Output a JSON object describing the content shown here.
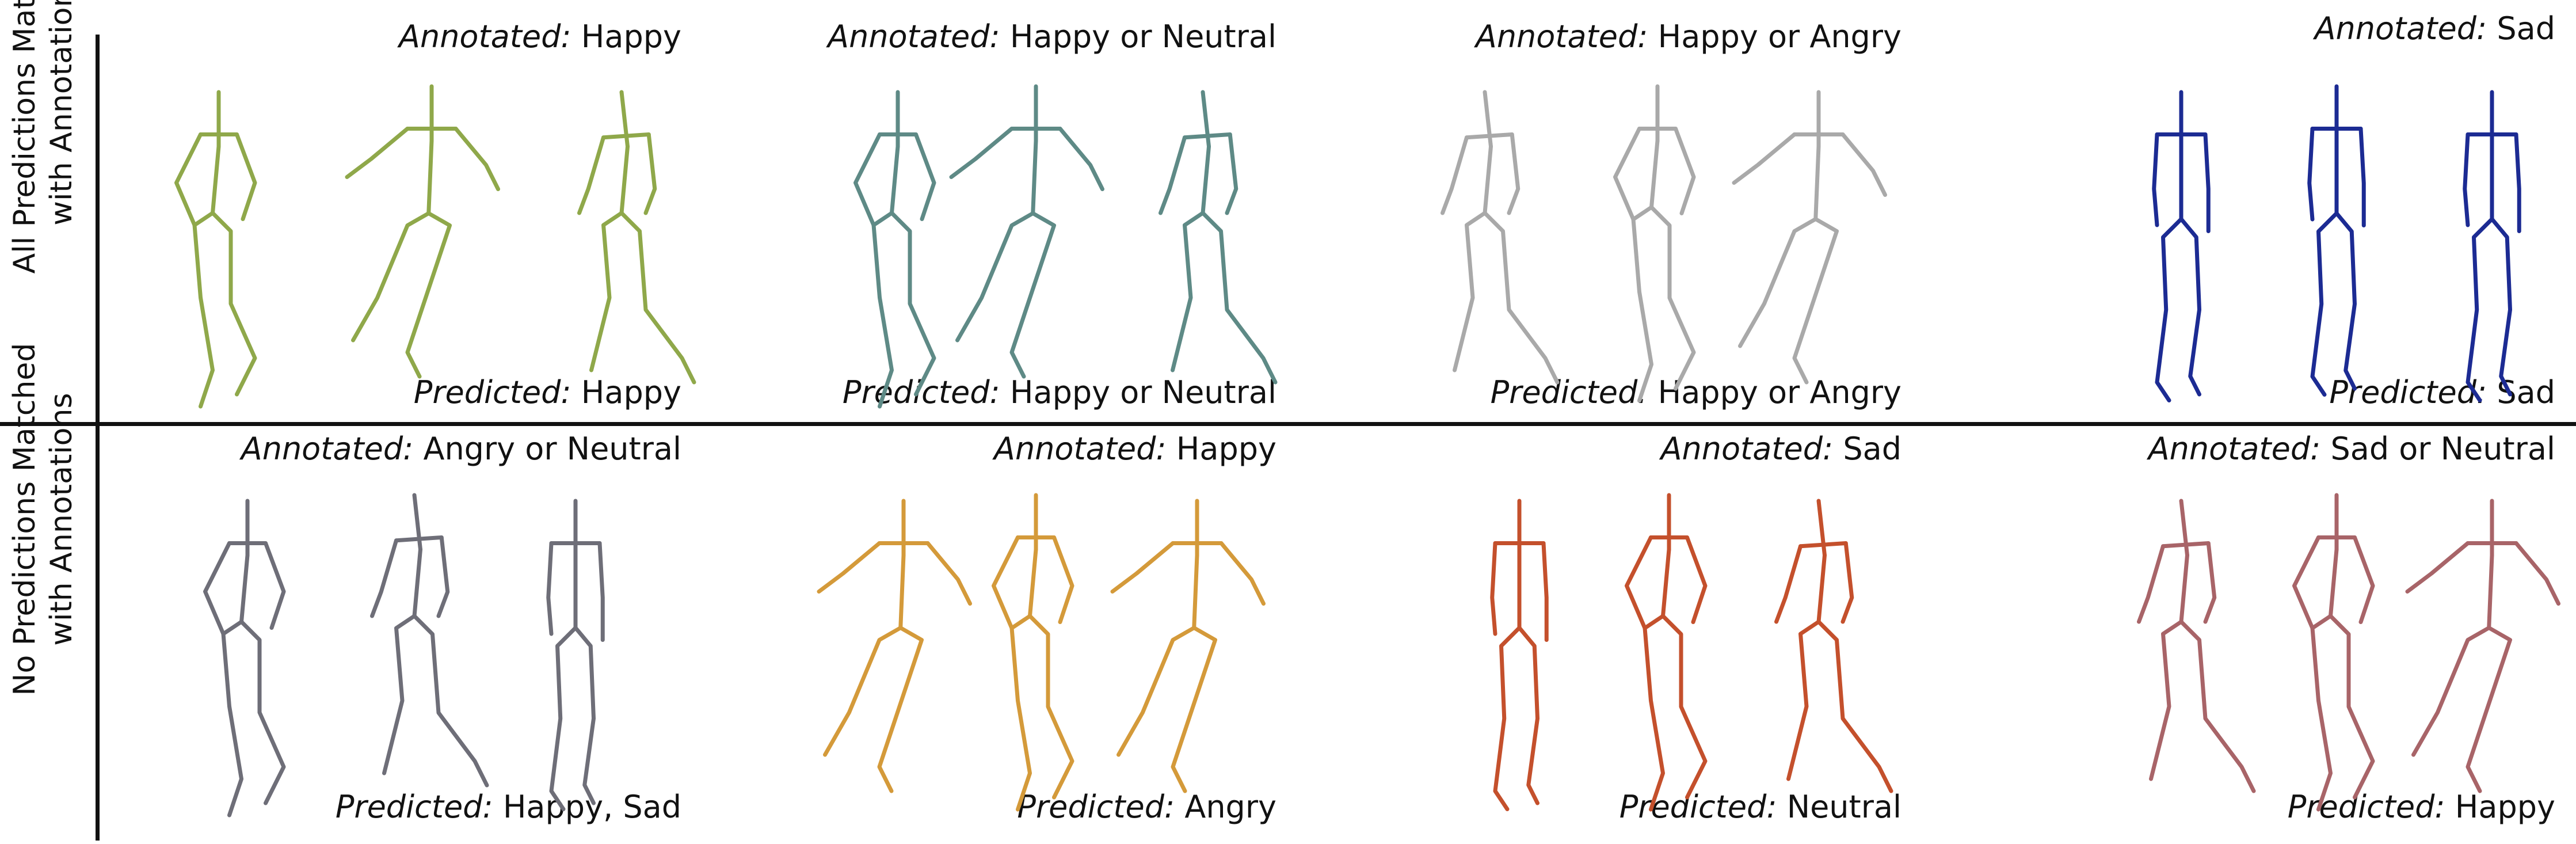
{
  "rows": [
    {
      "label_line1": "All Predictions Matched",
      "label_line2": "with Annotations",
      "panels": [
        {
          "annot_key": "Annotated:",
          "annot": "Happy",
          "pred_key": "Predicted:",
          "pred": "Happy",
          "color": "#8fa84a"
        },
        {
          "annot_key": "Annotated:",
          "annot": "Happy or Neutral",
          "pred_key": "Predicted:",
          "pred": "Happy or Neutral",
          "color": "#5e8a86"
        },
        {
          "annot_key": "Annotated:",
          "annot": "Happy or Angry",
          "pred_key": "Predicted:",
          "pred": "Happy or Angry",
          "color": "#a9a9a9"
        },
        {
          "annot_key": "Annotated:",
          "annot": "Sad",
          "pred_key": "Predicted:",
          "pred": "Sad",
          "color": "#1c2b93"
        }
      ]
    },
    {
      "label_line1": "No Predictions Matched",
      "label_line2": "with Annotations",
      "panels": [
        {
          "annot_key": "Annotated:",
          "annot": "Angry or Neutral",
          "pred_key": "Predicted:",
          "pred": "Happy, Sad",
          "color": "#6e6e78"
        },
        {
          "annot_key": "Annotated:",
          "annot": "Happy",
          "pred_key": "Predicted:",
          "pred": "Angry",
          "color": "#d49a3a"
        },
        {
          "annot_key": "Annotated:",
          "annot": "Sad",
          "pred_key": "Predicted:",
          "pred": "Neutral",
          "color": "#c4502c"
        },
        {
          "annot_key": "Annotated:",
          "annot": "Sad or Neutral",
          "pred_key": "Predicted:",
          "pred": "Happy",
          "color": "#a86468"
        }
      ]
    }
  ]
}
